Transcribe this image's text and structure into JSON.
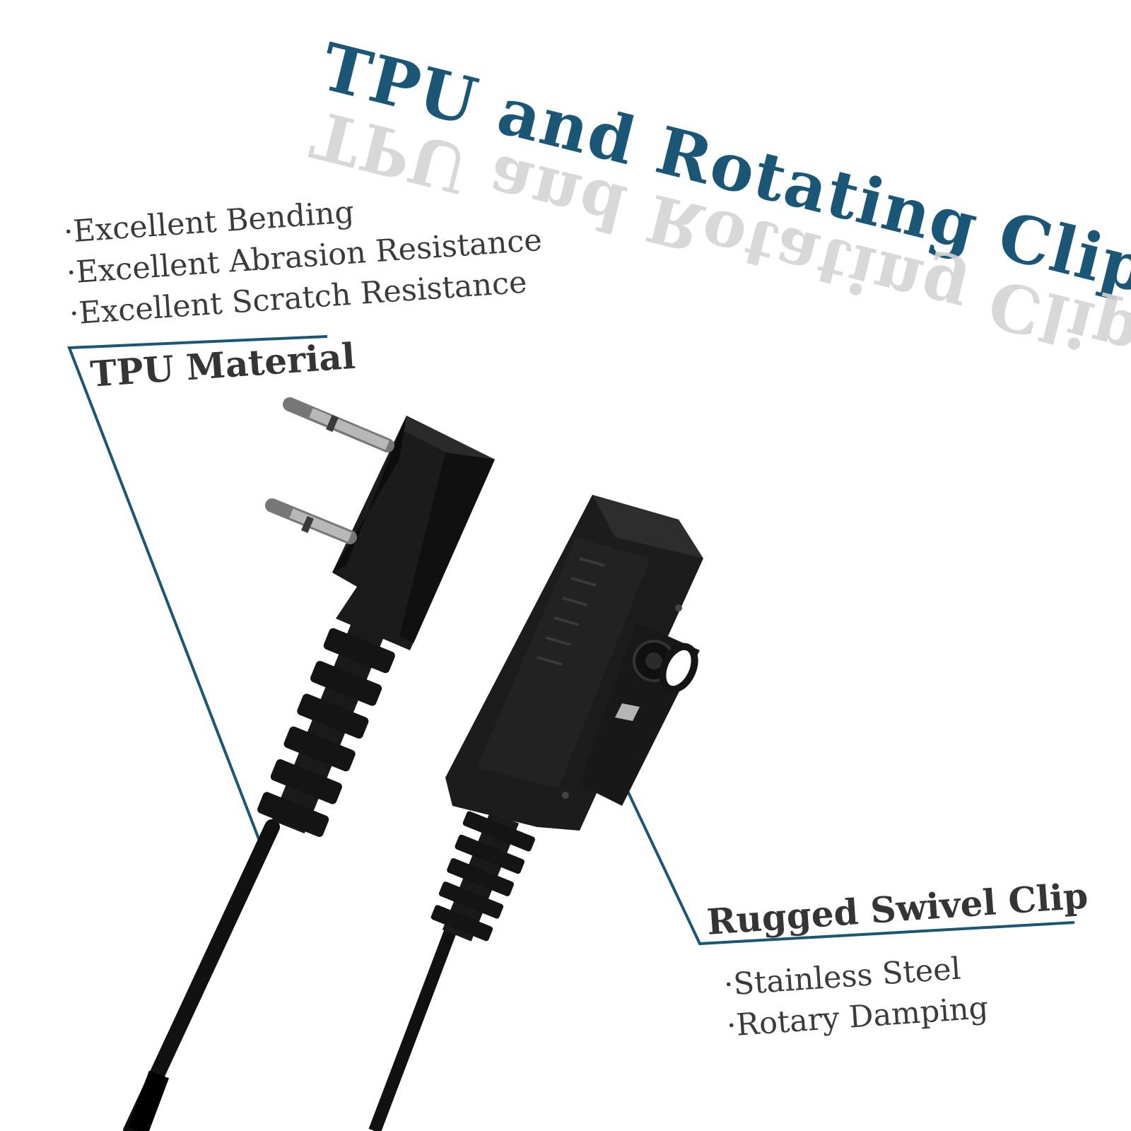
{
  "headline": "TPU and Rotating Clip",
  "tpu_callout": {
    "label": "TPU Material",
    "bullets": [
      "·Excellent Bending",
      "·Excellent Abrasion Resistance",
      "·Excellent Scratch Resistance"
    ]
  },
  "clip_callout": {
    "label": "Rugged Swivel Clip",
    "bullets": [
      "·Stainless Steel",
      "·Rotary Damping"
    ]
  },
  "colors": {
    "accent": "#1a5676",
    "text": "#353535",
    "product": "#151515",
    "reflection": "#d4d4d4"
  }
}
